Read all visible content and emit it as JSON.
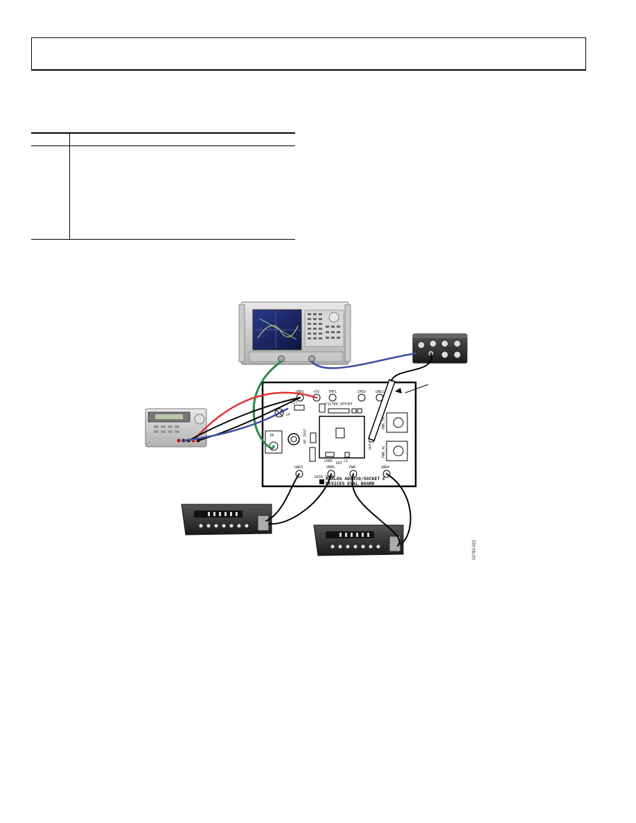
{
  "figure": {
    "board": {
      "connectors": {
        "gnd1": "GND1",
        "plus5v": "+5V",
        "tmp1": "TMP1",
        "cmid": "CMID",
        "gnd2": "GND2",
        "c17": "C17",
        "filter": "FILTER_OFFSET",
        "in": "IN",
        "rf_test": "RF_TEST",
        "ch05": "CH05",
        "c1": "C1",
        "dut": "DUT",
        "out": "OUT",
        "pwr_in": "PWR_IN",
        "pwr_ac": "PWR_AC",
        "gnd3": "GND3",
        "vrms": "VRMS",
        "pwr": "PWR",
        "gnd4": "GND4",
        "gain_slope": "GAIN_SLOPE",
        "gnd_lp": "LP"
      },
      "silkscreen_line1": "ANALOG AD8330/SOCKET E",
      "silkscreen_line2": "DEVICES   EVAL BOARD"
    },
    "figure_id": "02782-022"
  },
  "colors": {
    "red_cable": "#e53030",
    "green_cable": "#2a8a45",
    "blue_cable": "#3c4fa0",
    "black_cable": "#000000"
  }
}
